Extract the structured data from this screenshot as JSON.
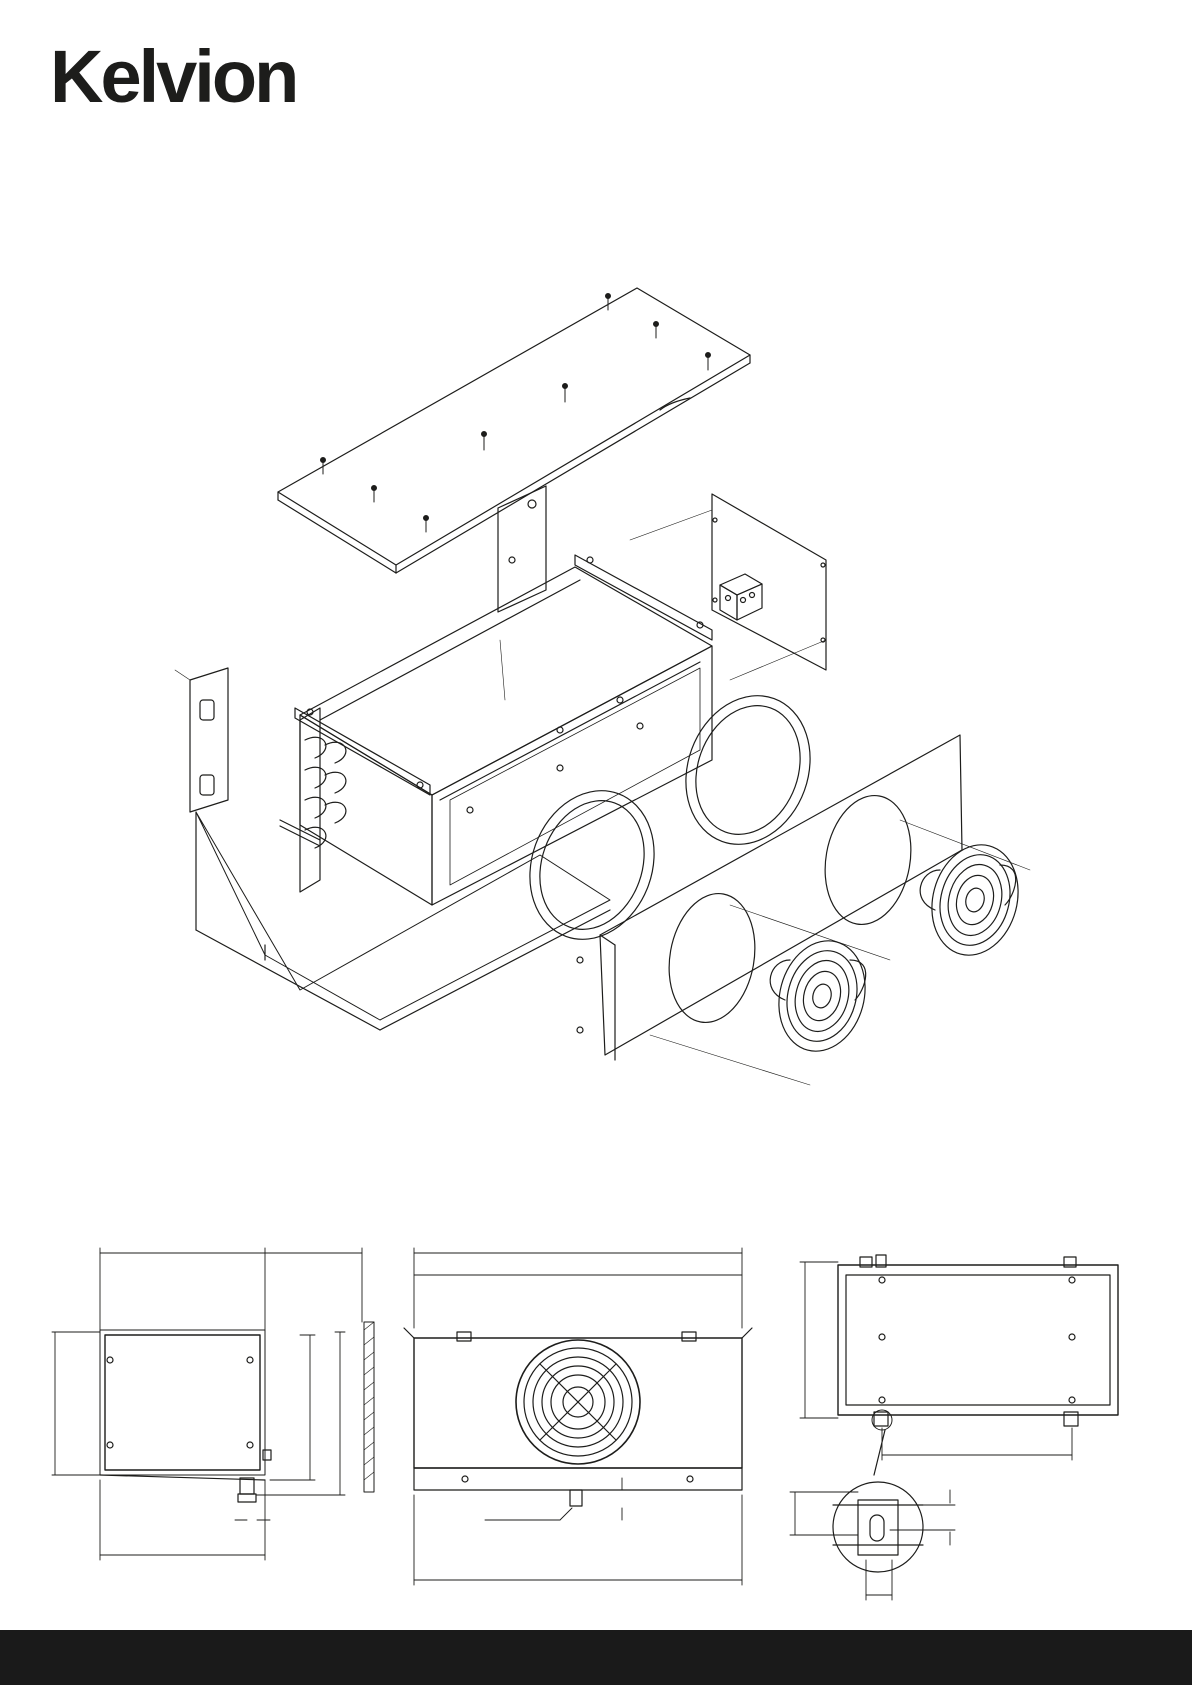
{
  "brand": {
    "name": "Kelvion"
  },
  "colors": {
    "ink": "#1d1d1b",
    "footer": "#1a1a1a",
    "background": "#ffffff"
  },
  "figures": [
    {
      "name": "exploded-assembly-view"
    },
    {
      "name": "side-elevation-view"
    },
    {
      "name": "front-elevation-view"
    },
    {
      "name": "top-plan-view"
    },
    {
      "name": "mounting-bracket-detail"
    }
  ]
}
